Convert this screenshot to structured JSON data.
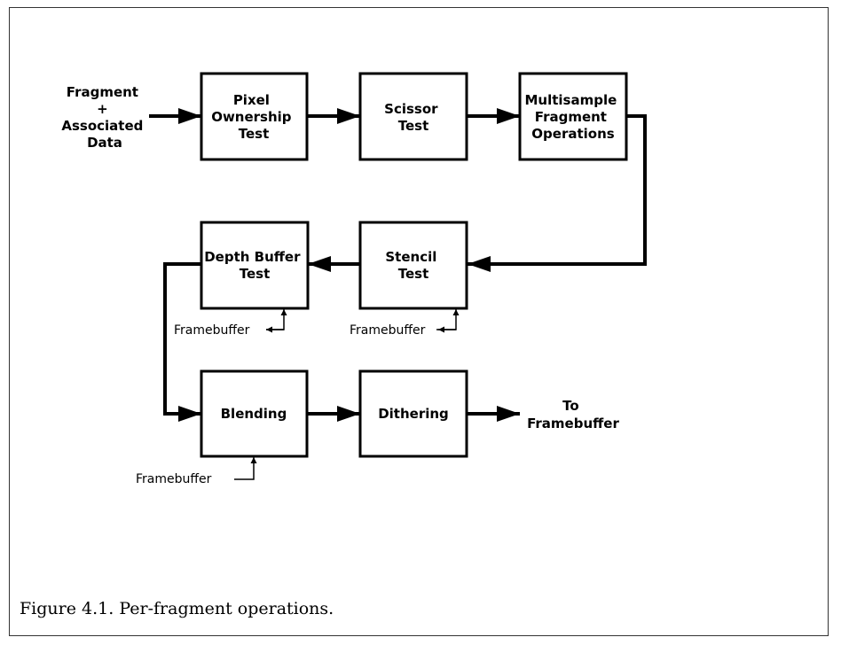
{
  "diagram": {
    "input_label": [
      "Fragment",
      "+",
      "Associated",
      "Data"
    ],
    "output_label": [
      "To",
      "Framebuffer"
    ],
    "boxes": {
      "pixel_ownership": [
        "Pixel",
        "Ownership",
        "Test"
      ],
      "scissor": [
        "Scissor",
        "Test"
      ],
      "multisample": [
        "Multisample",
        "Fragment",
        "Operations"
      ],
      "stencil": [
        "Stencil",
        "Test"
      ],
      "depth": [
        "Depth Buffer",
        "Test"
      ],
      "blending": [
        "Blending"
      ],
      "dithering": [
        "Dithering"
      ]
    },
    "framebuffer_label": "Framebuffer"
  },
  "caption": "Figure 4.1. Per-fragment operations."
}
